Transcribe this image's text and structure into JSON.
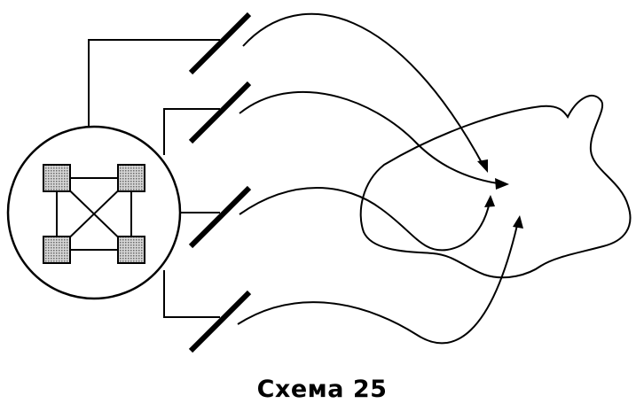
{
  "caption": "Схема 25",
  "colors": {
    "ink": "#000000",
    "node_fill": "#bdbdbd",
    "background": "#ffffff"
  },
  "diagram": {
    "hub_nodes": 4,
    "antennas": 4,
    "arrows": 4
  }
}
